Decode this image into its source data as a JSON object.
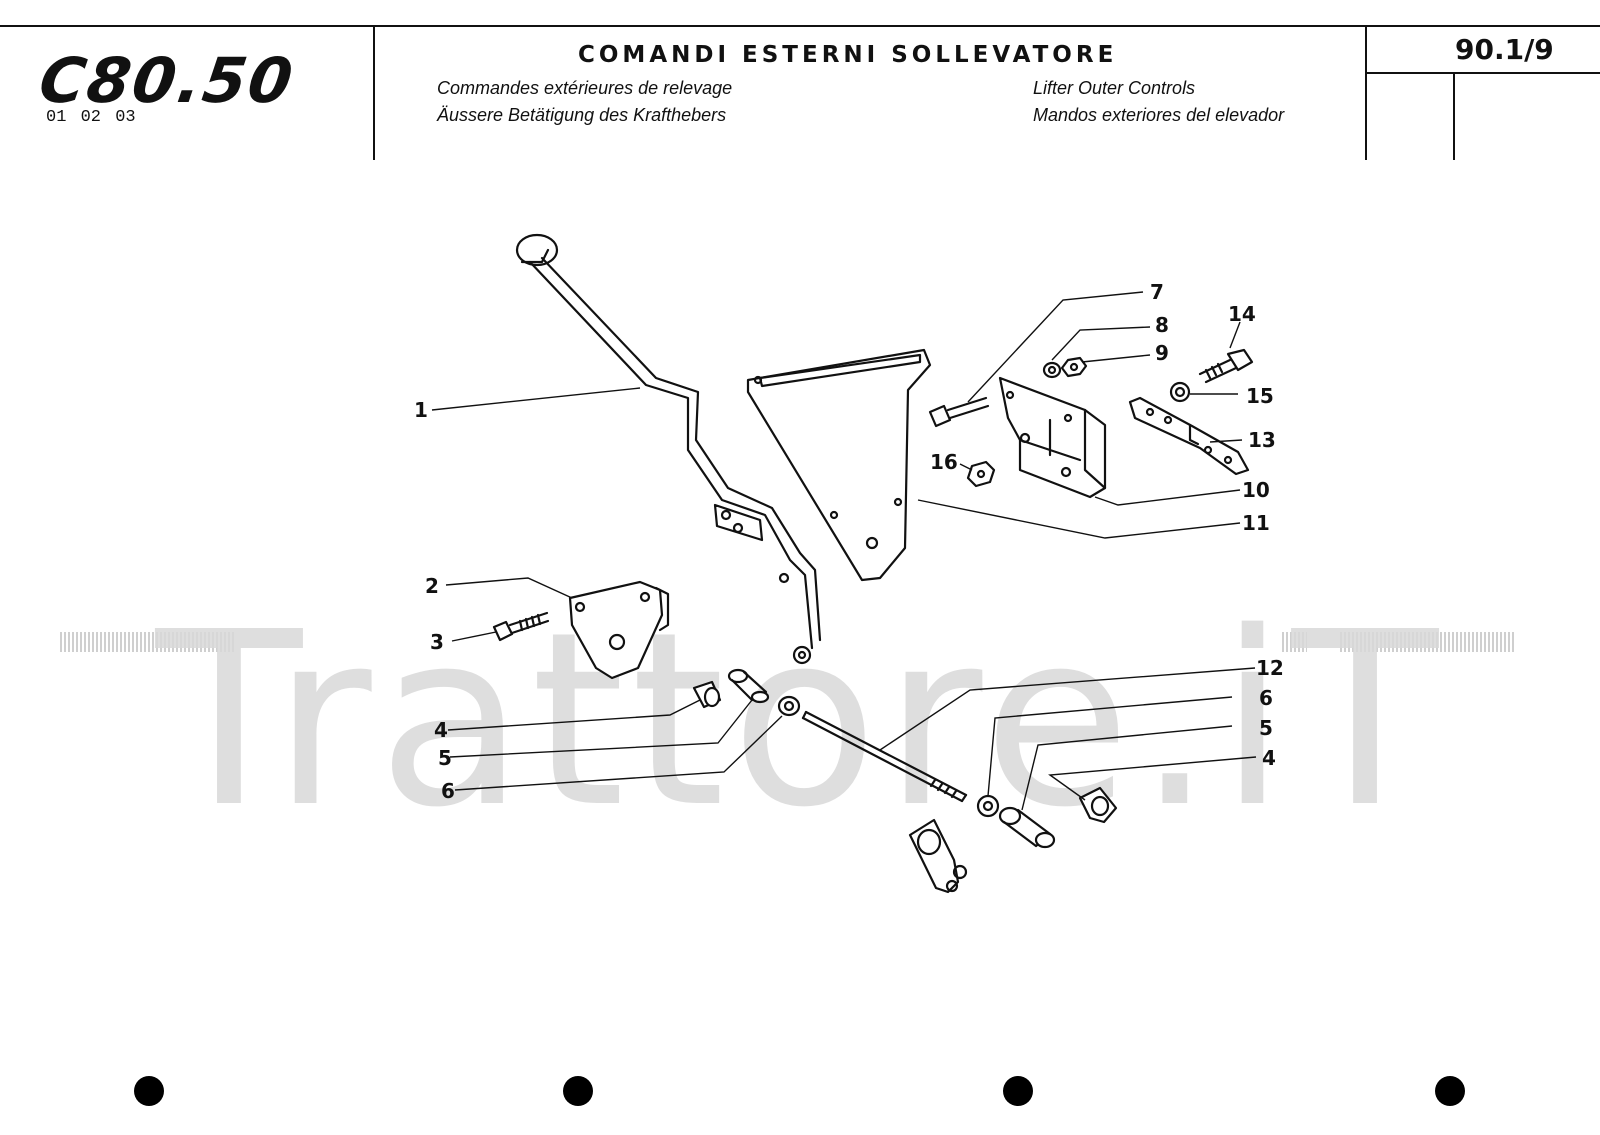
{
  "header": {
    "model": "C80.50",
    "versions": "01 02 03",
    "title_it": "COMANDI ESTERNI SOLLEVATORE",
    "title_fr": "Commandes extérieures de relevage",
    "title_de": "Äussere Betätigung des Krafthebers",
    "title_en": "Lifter Outer Controls",
    "title_es": "Mandos exteriores del elevador",
    "page_code": "90.1/9"
  },
  "watermark": "Trattore.iT",
  "callouts": [
    "1",
    "2",
    "3",
    "4",
    "5",
    "6",
    "7",
    "8",
    "9",
    "10",
    "11",
    "12",
    "13",
    "14",
    "15",
    "16",
    "6",
    "5",
    "4"
  ],
  "colors": {
    "ink": "#111111",
    "watermark": "#d9d9d9"
  }
}
